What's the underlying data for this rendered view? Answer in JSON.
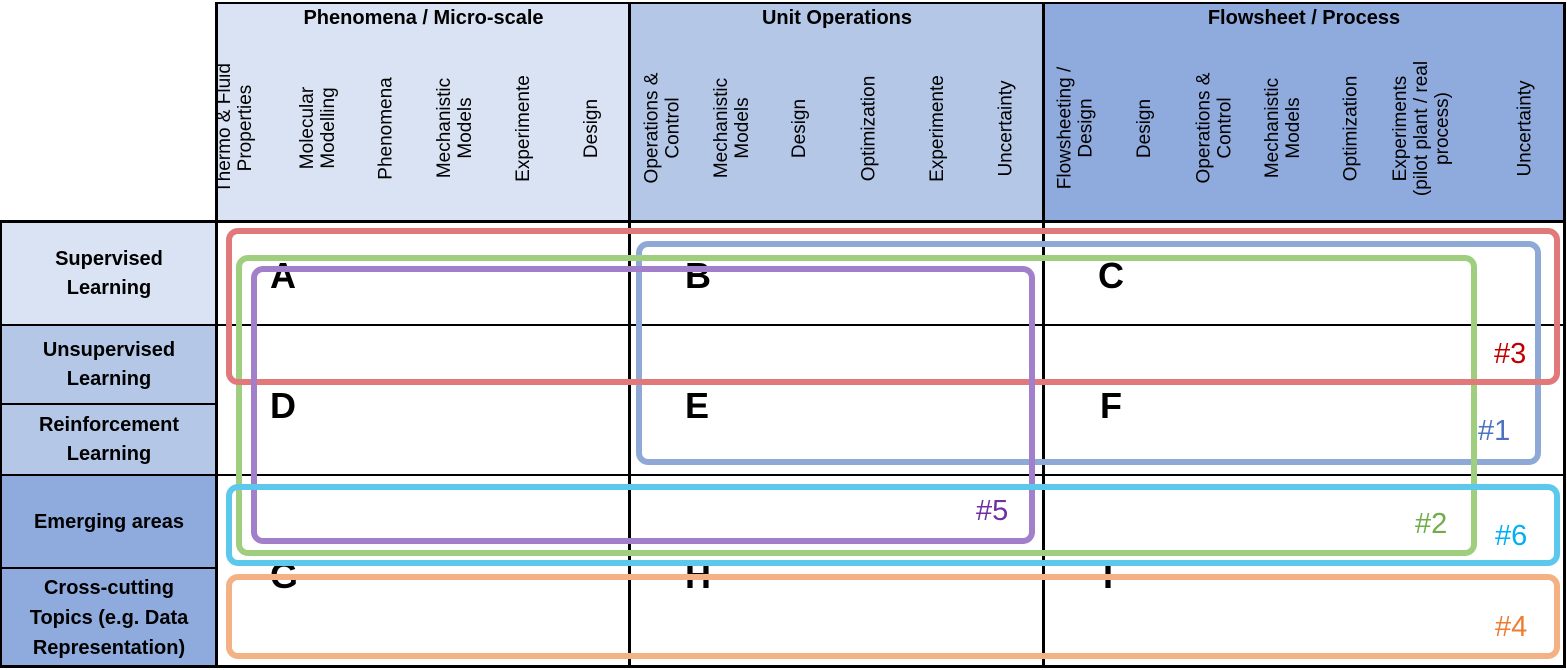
{
  "column_groups": [
    {
      "title": "Phenomena / Micro-scale",
      "columns": [
        "Thermo & Fluid\nProperties",
        "Molecular\nModelling",
        "Phenomena",
        "Mechanistic\nModels",
        "Experimente",
        "Design"
      ]
    },
    {
      "title": "Unit Operations",
      "columns": [
        "Operations &\nControl",
        "Mechanistic\nModels",
        "Design",
        "Optimization",
        "Experimente",
        "Uncertainty"
      ]
    },
    {
      "title": "Flowsheet / Process",
      "columns": [
        "Flowsheeting /\nDesign",
        "Design",
        "Operations &\nControl",
        "Mechanistic\nModels",
        "Optimization",
        "Experiments\n(pilot plant / real\nprocess)",
        "Uncertainty"
      ]
    }
  ],
  "rows": [
    {
      "label": "Supervised\nLearning"
    },
    {
      "label": "Unsupervised\nLearning"
    },
    {
      "label": "Reinforcement\nLearning"
    },
    {
      "label": "Emerging areas"
    },
    {
      "label": "Cross-cutting\nTopics (e.g. Data\nRepresentation)"
    }
  ],
  "cells": [
    "A",
    "B",
    "C",
    "D",
    "E",
    "F",
    "G",
    "H",
    "I"
  ],
  "regions": [
    {
      "tag": "#1",
      "color": "#8fa9d6"
    },
    {
      "tag": "#2",
      "color": "#9fcf7e"
    },
    {
      "tag": "#3",
      "color": "#e1797b"
    },
    {
      "tag": "#4",
      "color": "#f4b183"
    },
    {
      "tag": "#5",
      "color": "#a27fcb"
    },
    {
      "tag": "#6",
      "color": "#5bc8ec"
    }
  ],
  "tag_colors": {
    "#1": "#4a72c0",
    "#2": "#70ad47",
    "#3": "#c00000",
    "#4": "#ed7d31",
    "#5": "#7030a0",
    "#6": "#00b0f0"
  }
}
